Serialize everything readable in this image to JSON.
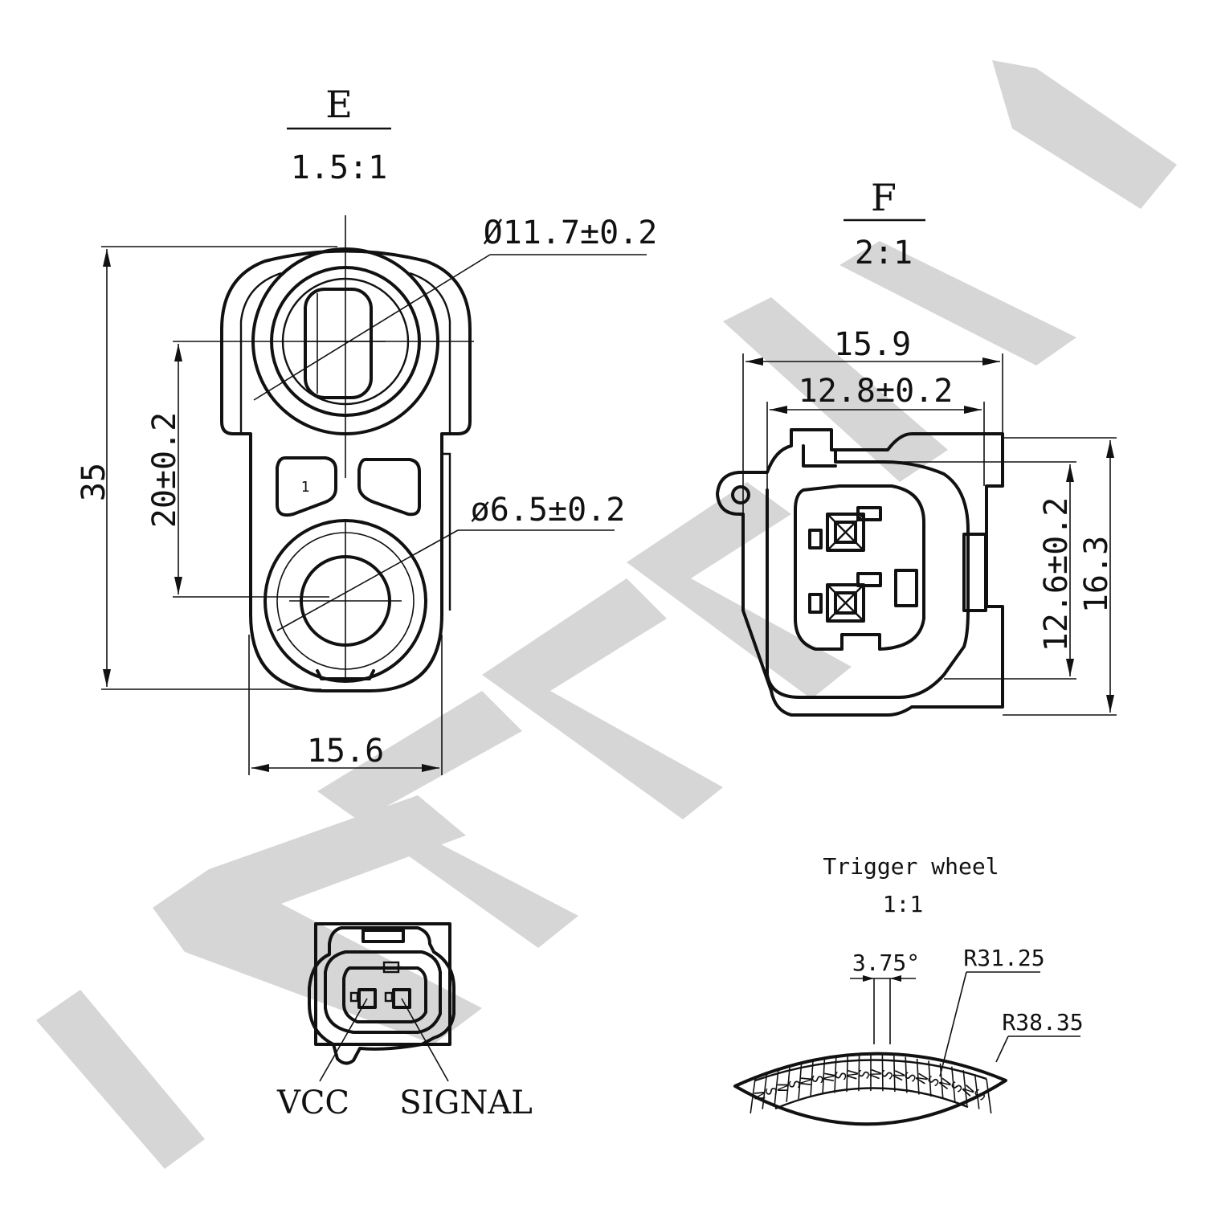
{
  "watermark": {
    "text": "ZENNEK",
    "color": "#d6d6d6"
  },
  "view_e": {
    "label": "E",
    "scale": "1.5:1",
    "dim_big_hole": "Ø11.7±0.2",
    "dim_small_hole": "ø6.5±0.2",
    "dim_spacing": "20±0.2",
    "dim_height": "35",
    "dim_width": "15.6",
    "marker": "1"
  },
  "view_f": {
    "label": "F",
    "scale": "2:1",
    "dim_outer_width": "15.9",
    "dim_inner_width": "12.8±0.2",
    "dim_inner_height": "12.6±0.2",
    "dim_outer_height": "16.3"
  },
  "connector": {
    "pin_vcc": "VCC",
    "pin_signal": "SIGNAL"
  },
  "trigger_wheel": {
    "title": "Trigger wheel",
    "scale": "1:1",
    "pitch_angle": "3.75°",
    "inner_radius": "R31.25",
    "outer_radius": "R38.35",
    "poles": [
      "N",
      "S",
      "N",
      "S",
      "N",
      "S",
      "N",
      "S",
      "N",
      "S",
      "N",
      "S",
      "N",
      "S",
      "N",
      "S",
      "N",
      "S",
      "N",
      "S"
    ]
  }
}
